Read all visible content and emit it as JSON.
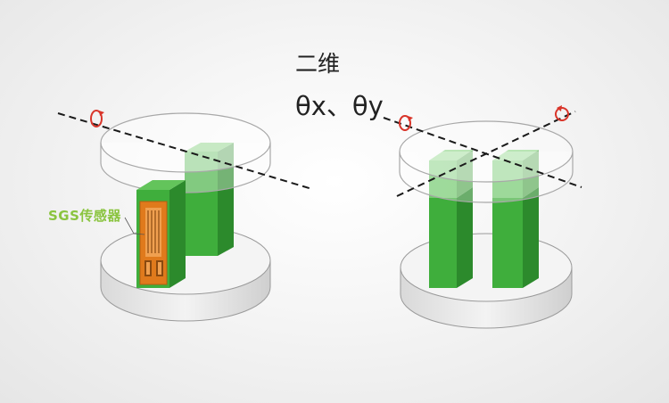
{
  "title_line1": "二维",
  "title_line2": "θx、θy",
  "sensor_label": "SGS传感器",
  "colors": {
    "green_front": "#3fae3c",
    "green_side": "#2c8a2c",
    "green_top": "#63c45b",
    "sensor_orange": "#e07a1c",
    "arrow_red": "#d9352a",
    "label_green": "#8ac43f"
  }
}
